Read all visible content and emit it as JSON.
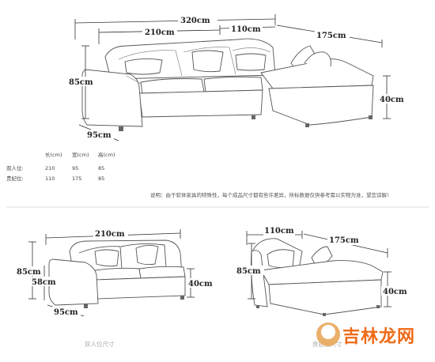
{
  "top_diagram": {
    "total_width": "320cm",
    "loveseat_width": "210cm",
    "chaise_width_top": "110cm",
    "chaise_length": "175cm",
    "height": "85cm",
    "depth": "95cm",
    "seat_height": "40cm"
  },
  "spec_table": {
    "headers": [
      "长(cm)",
      "宽(cm)",
      "高(cm)"
    ],
    "rows": [
      {
        "name": "双人位:",
        "values": [
          "210",
          "95",
          "85"
        ]
      },
      {
        "name": "贵妃位:",
        "values": [
          "110",
          "175",
          "85"
        ]
      }
    ]
  },
  "note": "说明：由于软体家具的特殊性，每个成品尺寸都有些许差异，所标数据仅供参考需以实物为准，望您谅解!",
  "loveseat_diagram": {
    "width": "210cm",
    "height": "85cm",
    "seat_height": "58cm",
    "arm_height": "40cm",
    "depth": "95cm",
    "caption": "双人位尺寸"
  },
  "chaise_diagram": {
    "width": "110cm",
    "length": "175cm",
    "height": "85cm",
    "seat_height": "40cm",
    "caption": "贵妃位尺寸"
  },
  "watermark": {
    "text": "吉林龙网"
  }
}
